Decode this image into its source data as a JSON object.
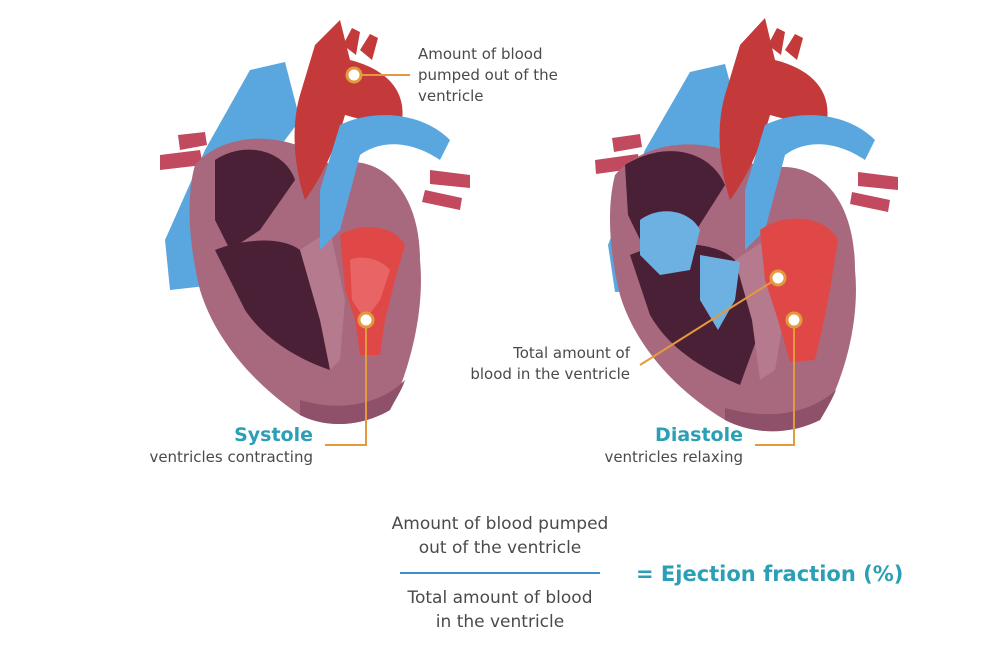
{
  "labels": {
    "pumped_out": "Amount of blood pumped out of the ventricle",
    "pumped_out_lines": [
      "Amount of blood",
      "pumped out of the",
      "ventricle"
    ],
    "total_lines": [
      "Total amount of",
      "blood in the ventricle"
    ]
  },
  "systole": {
    "title": "Systole",
    "subtitle": "ventricles contracting"
  },
  "diastole": {
    "title": "Diastole",
    "subtitle": "ventricles relaxing"
  },
  "formula": {
    "numerator_lines": [
      "Amount of blood pumped",
      "out of the ventricle"
    ],
    "denominator_lines": [
      "Total amount of blood",
      "in the ventricle"
    ],
    "result": "= Ejection fraction (%)"
  },
  "colors": {
    "muscle": "#a8697e",
    "muscle_dark": "#8e5169",
    "chamber": "#4a2036",
    "artery_red": "#c43a3a",
    "vein_blue": "#5aa7df",
    "blood_bright": "#e04848",
    "leader": "#e39a3d",
    "accent_teal": "#2a9fb6",
    "fraction_bar": "#3a8fd0"
  }
}
